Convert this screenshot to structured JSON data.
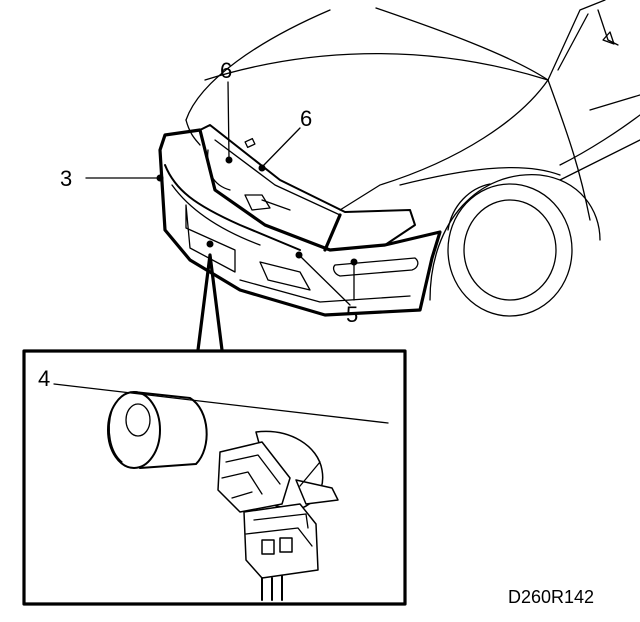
{
  "callouts": {
    "c3": "3",
    "c4": "4",
    "c5": "5",
    "c6a": "6",
    "c6b": "6"
  },
  "figure_code": "D260R142",
  "colors": {
    "ink": "#000000",
    "paper": "#ffffff"
  }
}
